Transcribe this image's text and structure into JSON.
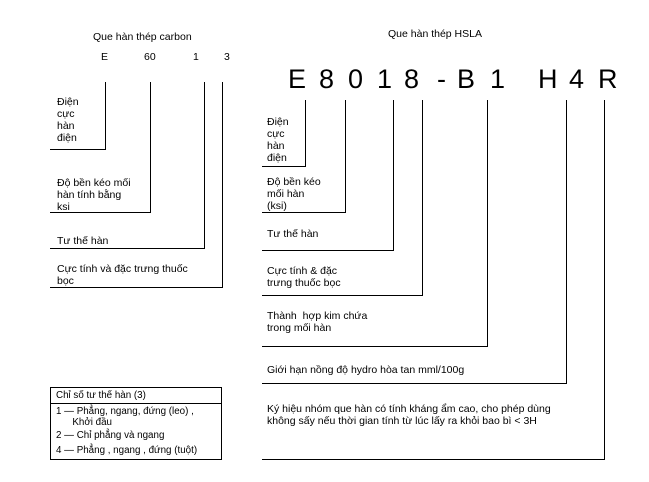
{
  "carbon": {
    "title": "Que hàn thép carbon",
    "code": [
      "E",
      "60",
      "1",
      "3"
    ],
    "labels": {
      "electrode": "Điện\ncực\nhàn\nđiện",
      "tensile": "Độ bền kéo mối\nhàn tính bằng\nksi",
      "position": "Tư thế hàn",
      "polarity": "Cực tính và đặc trưng thuốc\nbọc"
    }
  },
  "hsla": {
    "title": "Que hàn thép HSLA",
    "code": [
      "E",
      "8",
      "0",
      "1",
      "8",
      "-",
      "B",
      "1",
      "H",
      "4",
      "R"
    ],
    "labels": {
      "electrode": "Điện\ncực\nhàn\nđiện",
      "tensile": "Độ bền kéo\nmối hàn\n(ksi)",
      "position": "Tư thế hàn",
      "polarity": "Cực tính & đặc\ntrưng thuốc bọc",
      "alloy": "Thành  hợp kim chứa\ntrong mối hàn",
      "hydrogen": "Giới hạn nồng độ hydro hòa tan mml/100g",
      "moisture": "Ký hiệu nhóm que hàn có tính kháng ẩm cao, cho phép dùng\nkhông sấy nếu thời gian tính từ lúc lấy ra khỏi bao bì < 3H"
    }
  },
  "legend": {
    "title": "Chỉ số tư thế hàn (3)",
    "items": [
      "1 — Phẳng, ngang, đứng (leo) ,",
      "      Khởi đầu",
      "2 — Chỉ phẳng và ngang",
      "4 — Phẳng , ngang , đứng (tuột)"
    ]
  }
}
